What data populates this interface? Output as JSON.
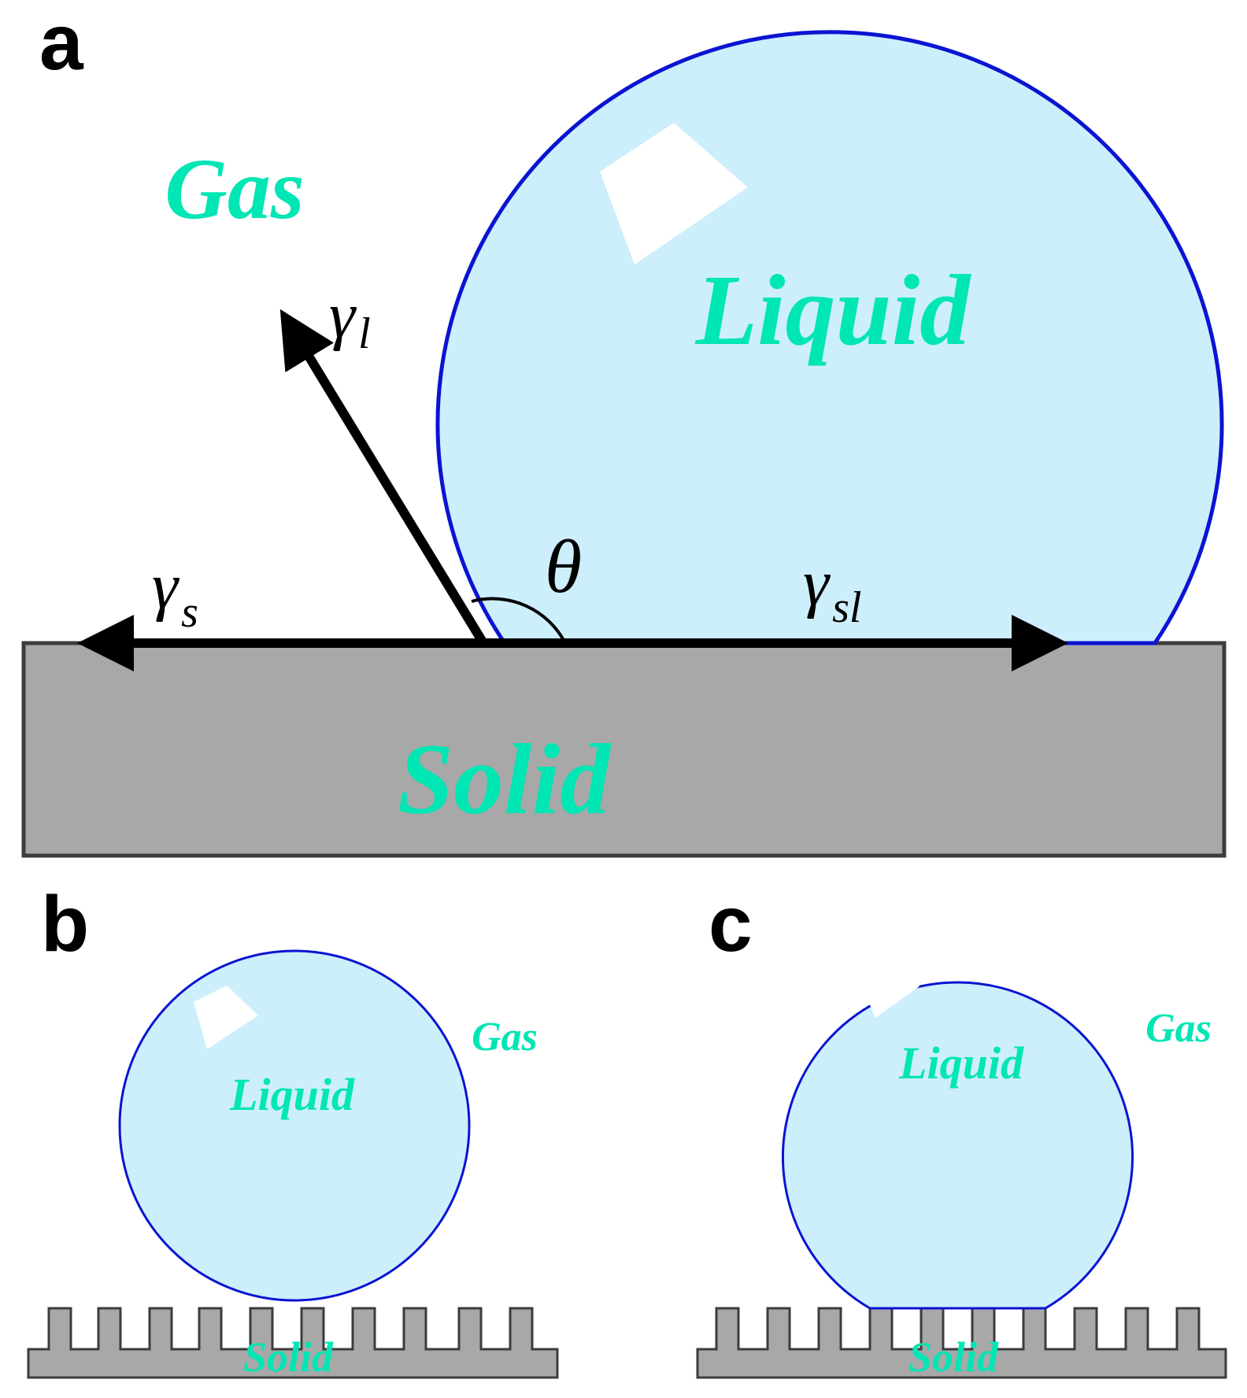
{
  "colors": {
    "label_teal": "#00e6b4",
    "liquid_fill": "#cdeefb",
    "drop_outline": "#0a14d2",
    "solid_fill": "#a8a8a8",
    "solid_outline": "#3c3c3c",
    "vector": "#000000"
  },
  "panel_a": {
    "label": "a",
    "gas": "Gas",
    "liquid": "Liquid",
    "solid": "Solid",
    "gamma_l": {
      "symbol": "γ",
      "sub": "l"
    },
    "gamma_s": {
      "symbol": "γ",
      "sub": "s"
    },
    "gamma_sl": {
      "symbol": "γ",
      "sub": "sl"
    },
    "theta": "θ"
  },
  "panel_b": {
    "label": "b",
    "gas": "Gas",
    "liquid": "Liquid",
    "solid": "Solid"
  },
  "panel_c": {
    "label": "c",
    "gas": "Gas",
    "liquid": "Liquid",
    "solid": "Solid"
  }
}
